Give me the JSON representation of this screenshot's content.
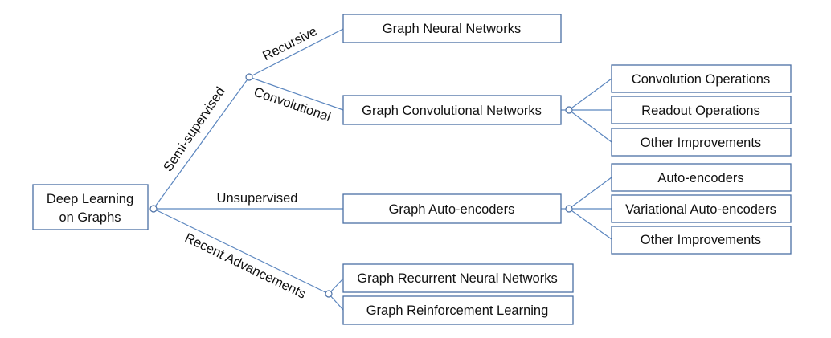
{
  "root": {
    "line1": "Deep Learning",
    "line2": "on Graphs"
  },
  "branch_labels": {
    "semi_supervised": "Semi-supervised",
    "unsupervised": "Unsupervised",
    "recent_advancements": "Recent Advancements",
    "recursive": "Recursive",
    "convolutional": "Convolutional"
  },
  "models": {
    "gnn": "Graph Neural Networks",
    "gcn": "Graph Convolutional Networks",
    "gae": "Graph Auto-encoders",
    "grnn": "Graph Recurrent Neural Networks",
    "grl": "Graph Reinforcement Learning"
  },
  "gcn_children": [
    "Convolution Operations",
    "Readout Operations",
    "Other Improvements"
  ],
  "gae_children": [
    "Auto-encoders",
    "Variational Auto-encoders",
    "Other Improvements"
  ],
  "colors": {
    "edge": "#5b86bf",
    "box_border": "#4a6fa5",
    "text": "#111111"
  }
}
